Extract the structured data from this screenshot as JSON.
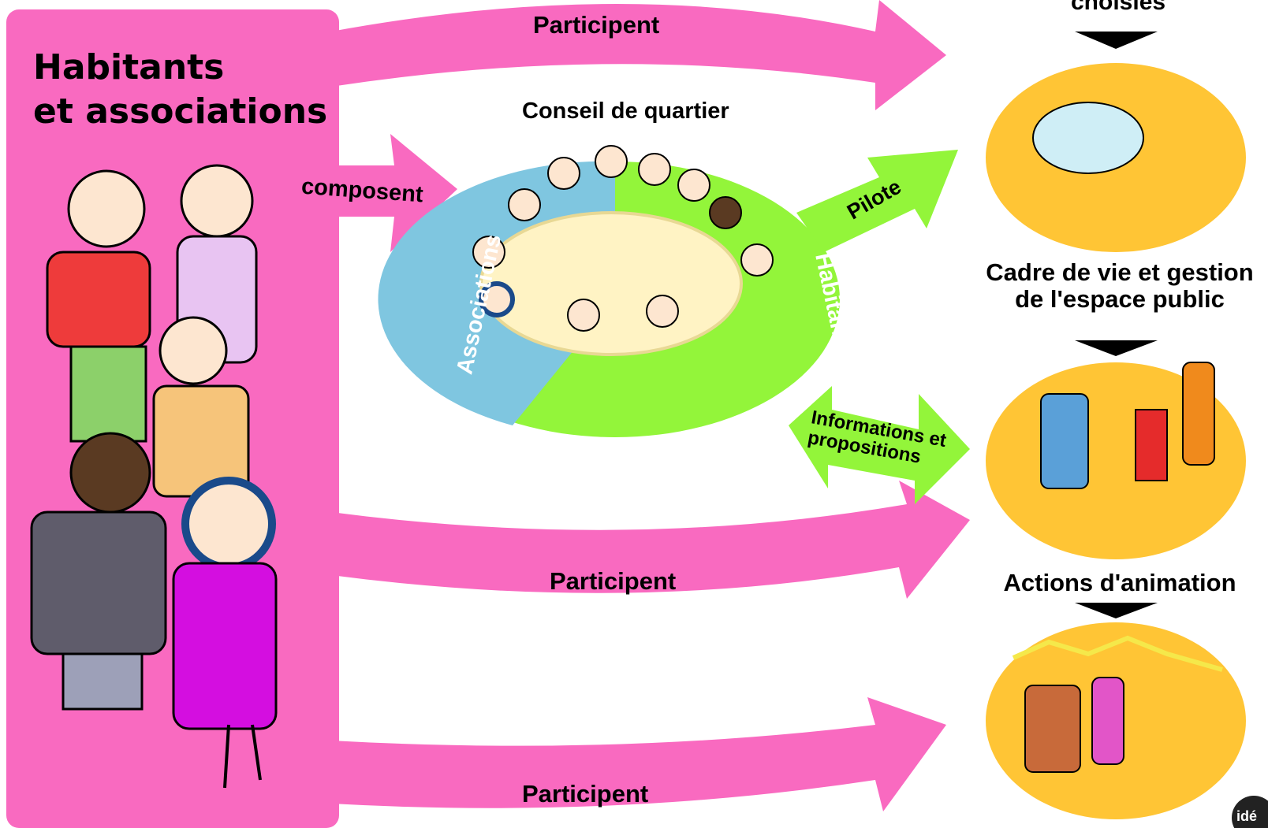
{
  "left_panel": {
    "title_line1": "Habitants",
    "title_line2": "et associations"
  },
  "arrows": {
    "top_participent": "Participent",
    "composent": "composent",
    "pilote": "Pilote",
    "informations": "Informations et propositions",
    "middle_participent": "Participent",
    "bottom_participent": "Participent"
  },
  "council": {
    "title": "Conseil de quartier",
    "left_segment_label": "Associations",
    "right_segment_label": "Habitants"
  },
  "right_column": {
    "top_caption_fragment": "choisies",
    "middle_caption_line1": "Cadre de vie et gestion",
    "middle_caption_line2": "de l'espace public",
    "bottom_caption": "Actions d'animation"
  },
  "logo": {
    "text": "idé"
  },
  "colors": {
    "pink": "#f96ac0",
    "green": "#93f53a",
    "blue_segment": "#7fc6e0",
    "yellow_platform": "#ffc535",
    "black": "#000000"
  }
}
